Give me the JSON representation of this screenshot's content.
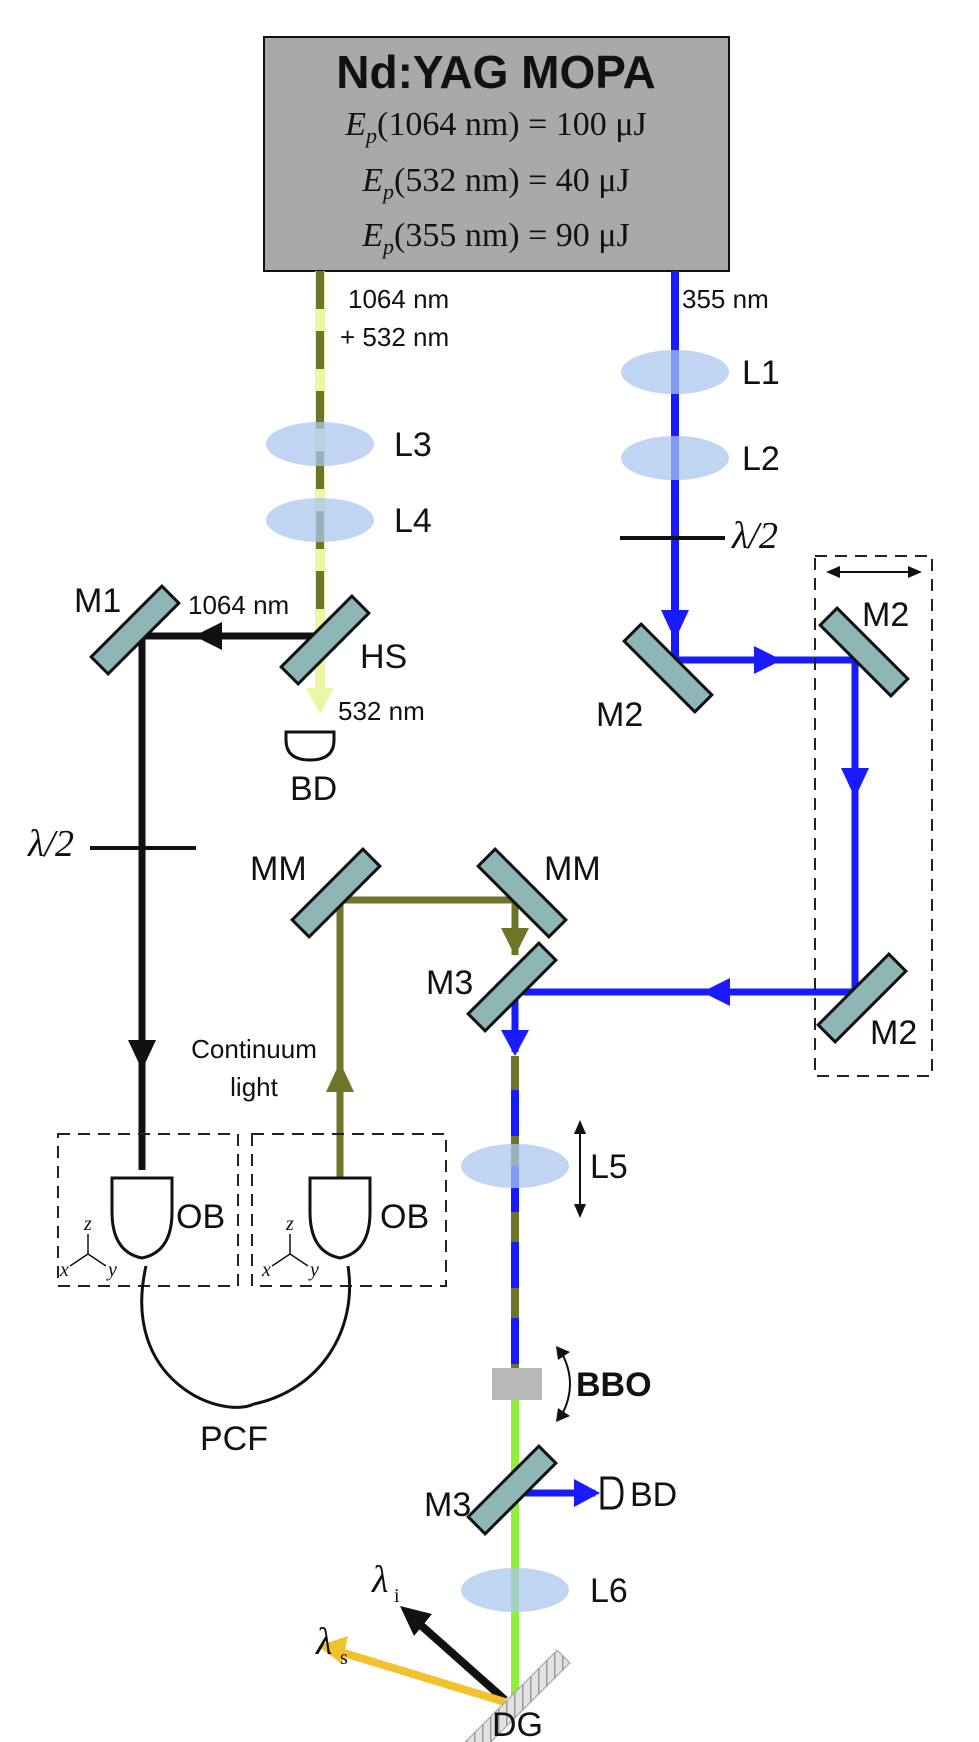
{
  "source_box": {
    "title": "Nd:YAG MOPA",
    "lines": [
      {
        "sub": "p",
        "text": "(1064 nm) = 100 μJ"
      },
      {
        "sub": "p",
        "text": "(532 nm) = 40 μJ"
      },
      {
        "sub": "p",
        "text": "(355 nm) = 90 μJ"
      }
    ],
    "symbol": "E"
  },
  "beams": {
    "ir_green_1": "1064 nm",
    "ir_green_2": "+ 532 nm",
    "uv": "355 nm",
    "ir_after_hs": "1064 nm",
    "green_after_hs": "532 nm",
    "continuum_1": "Continuum",
    "continuum_2": "light"
  },
  "components": {
    "l1": "L1",
    "l2": "L2",
    "l3": "L3",
    "l4": "L4",
    "l5": "L5",
    "l6": "L6",
    "m1": "M1",
    "m2_a": "M2",
    "m2_b": "M2",
    "m2_c": "M2",
    "m3_a": "M3",
    "m3_b": "M3",
    "mm_a": "MM",
    "mm_b": "MM",
    "hs": "HS",
    "bd_a": "BD",
    "bd_b": "BD",
    "ob_a": "OB",
    "ob_b": "OB",
    "pcf": "PCF",
    "bbo": "BBO",
    "dg": "DG"
  },
  "symbols": {
    "lambda_half_a": "λ/2",
    "lambda_half_b": "λ/2",
    "lambda": "λ",
    "idler_sub": "i",
    "signal_sub": "s"
  },
  "axes": {
    "x": "x",
    "y": "y",
    "z": "z"
  },
  "colors": {
    "ir": "#111111",
    "uv": "#1a1aff",
    "green": "#ecf7a6",
    "olive": "#6e7428",
    "signal_green": "#8ef03a",
    "signal": "#f2c12e",
    "box_fill": "#a9a9a9"
  }
}
